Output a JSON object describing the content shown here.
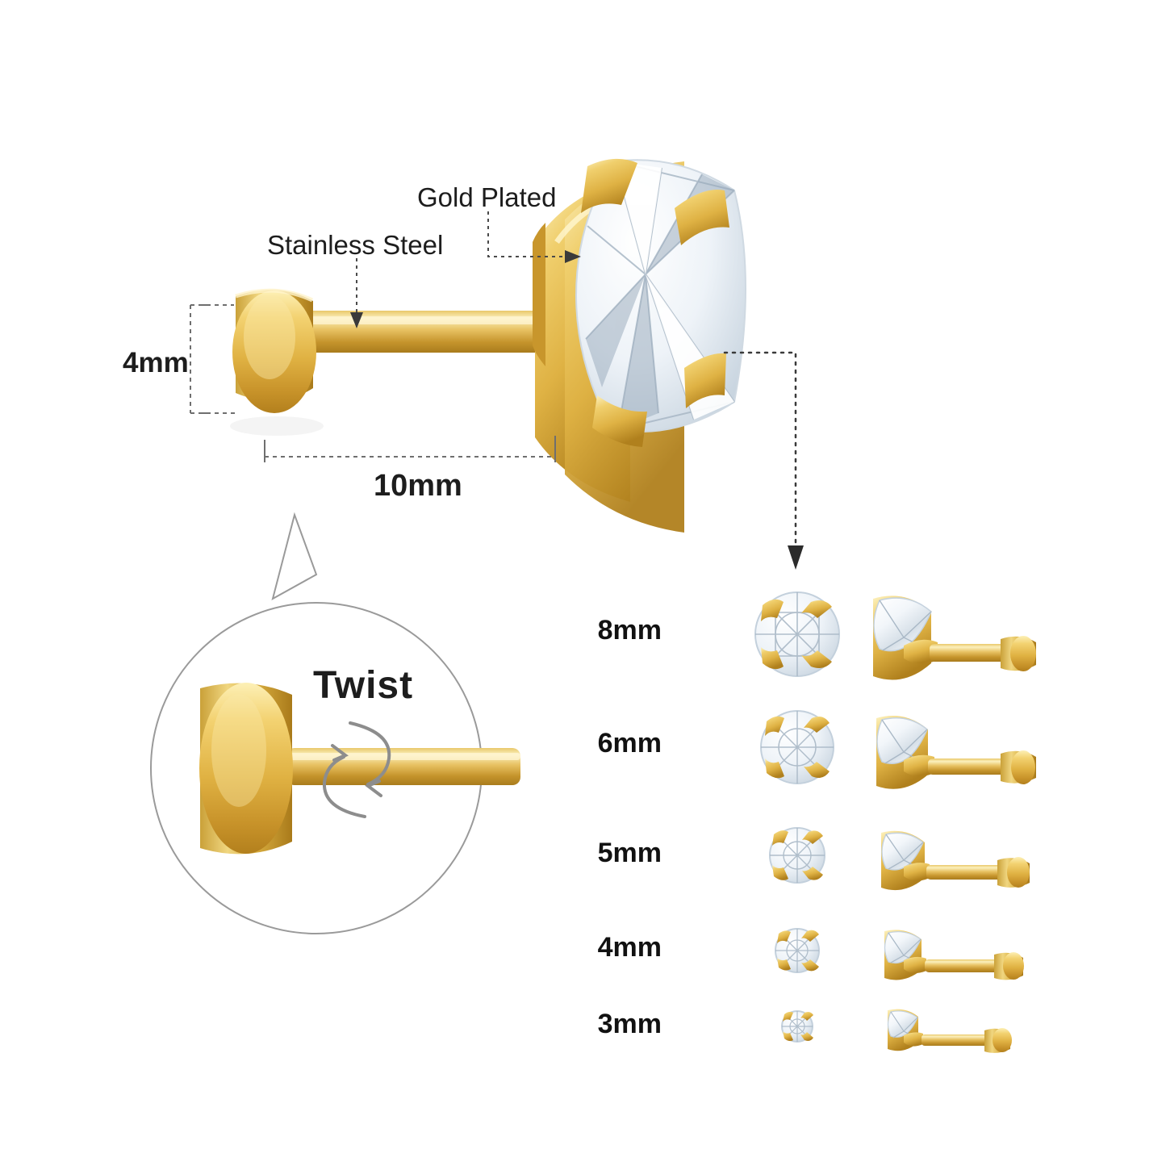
{
  "diagram": {
    "title_labels": {
      "gold_plated": "Gold Plated",
      "stainless_steel": "Stainless Steel",
      "twist": "Twist"
    },
    "dimensions": {
      "height_label": "4mm",
      "length_label": "10mm"
    },
    "size_chart": {
      "items": [
        {
          "label": "8mm"
        },
        {
          "label": "6mm"
        },
        {
          "label": "5mm"
        },
        {
          "label": "4mm"
        },
        {
          "label": "3mm"
        }
      ]
    },
    "colors": {
      "gold_light": "#f7dc86",
      "gold_mid": "#e2b84b",
      "gold_dark": "#b98a1f",
      "gem_light": "#ffffff",
      "gem_shadow": "#b9c6d2",
      "line": "#8a8a8a",
      "text": "#1d1d1d"
    }
  }
}
